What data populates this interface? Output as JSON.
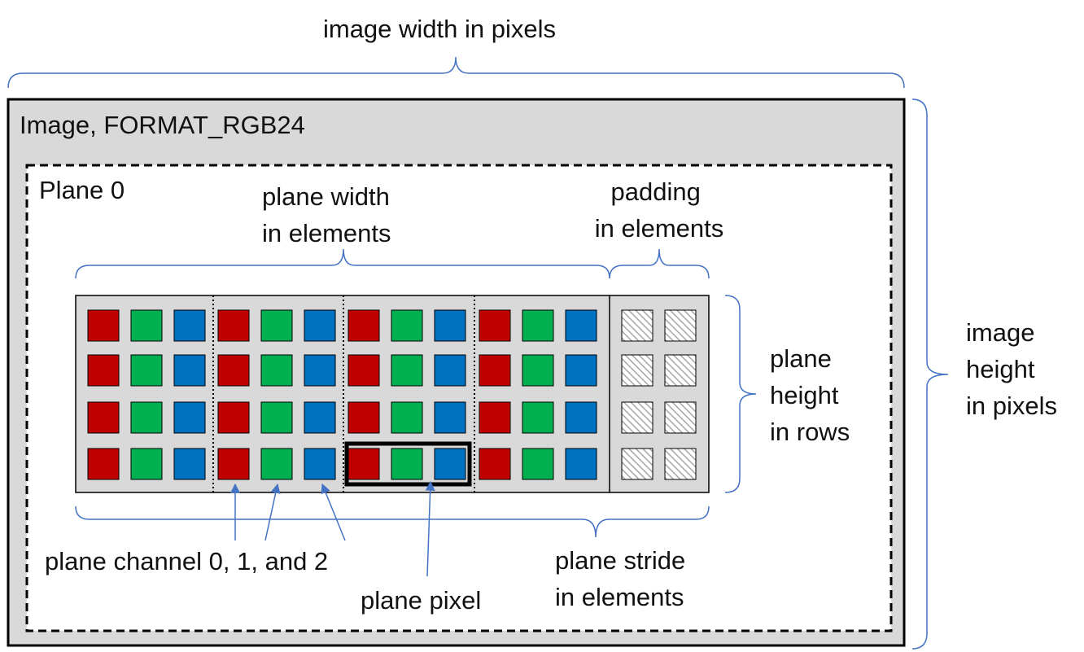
{
  "image": {
    "title": "Image, FORMAT_RGB24",
    "width_label": "image width in pixels",
    "height_label": [
      "image",
      "height",
      "in pixels"
    ]
  },
  "plane": {
    "title": "Plane 0",
    "width_label": [
      "plane width",
      "in elements"
    ],
    "padding_label": [
      "padding",
      "in elements"
    ],
    "height_label": [
      "plane",
      "height",
      "in rows"
    ],
    "channel_label": "plane channel 0, 1, and 2",
    "pixel_label": "plane pixel",
    "stride_label": [
      "plane stride",
      "in elements"
    ]
  },
  "grid": {
    "rows": 4,
    "pixels_per_row": 4,
    "channels_per_pixel": 3,
    "padding_elements": 2,
    "channel_colors": [
      "#C00000",
      "#00B050",
      "#0070C0"
    ],
    "highlighted_pixel": {
      "row": 3,
      "col": 2
    },
    "annotated_channel_pixel": {
      "row": 3,
      "col": 1
    }
  },
  "colors": {
    "image_bg": "#D9D9D9",
    "plane_bg": "#FFFFFF",
    "grid_bg": "#D9D9D9",
    "brace": "#4472C4",
    "outline": "#000000"
  }
}
